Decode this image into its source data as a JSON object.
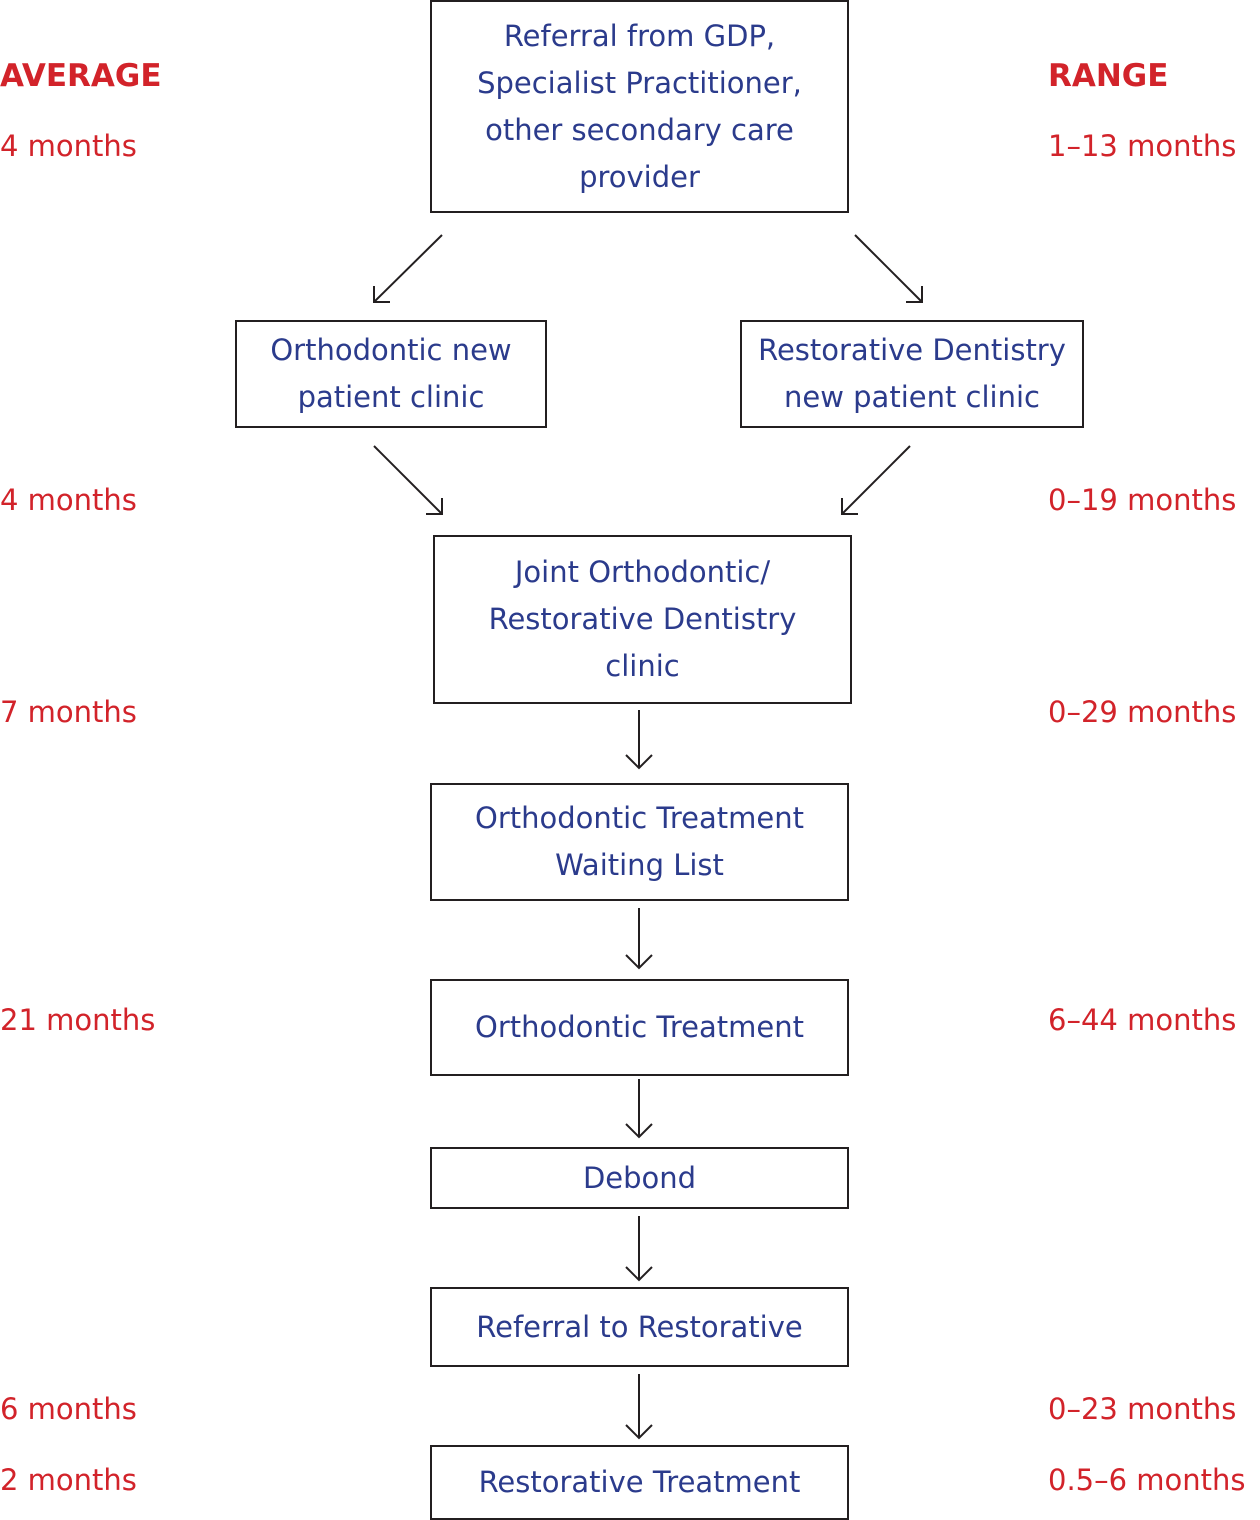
{
  "headers": {
    "average": "AVERAGE",
    "range": "RANGE"
  },
  "boxes": {
    "referral": "Referral from GDP,\nSpecialist Practitioner,\nother secondary care\nprovider",
    "ortho_clinic": "Orthodontic new\npatient clinic",
    "resto_clinic": "Restorative Dentistry\nnew patient clinic",
    "joint_clinic": "Joint Orthodontic/\nRestorative Dentistry\nclinic",
    "waiting_list": "Orthodontic Treatment\nWaiting List",
    "ortho_treatment": "Orthodontic Treatment",
    "debond": "Debond",
    "referral_resto": "Referral to Restorative",
    "resto_treatment": "Restorative Treatment"
  },
  "timings": [
    {
      "average": "4 months",
      "range": "1–13 months"
    },
    {
      "average": "4 months",
      "range": "0–19 months"
    },
    {
      "average": "7 months",
      "range": "0–29 months"
    },
    {
      "average": "21 months",
      "range": "6–44 months"
    },
    {
      "average": "6 months",
      "range": "0–23 months"
    },
    {
      "average": "2 months",
      "range": "0.5–6 months"
    }
  ],
  "colors": {
    "box_text": "#2b3b8c",
    "label_text": "#d2232a",
    "line": "#231f20"
  }
}
